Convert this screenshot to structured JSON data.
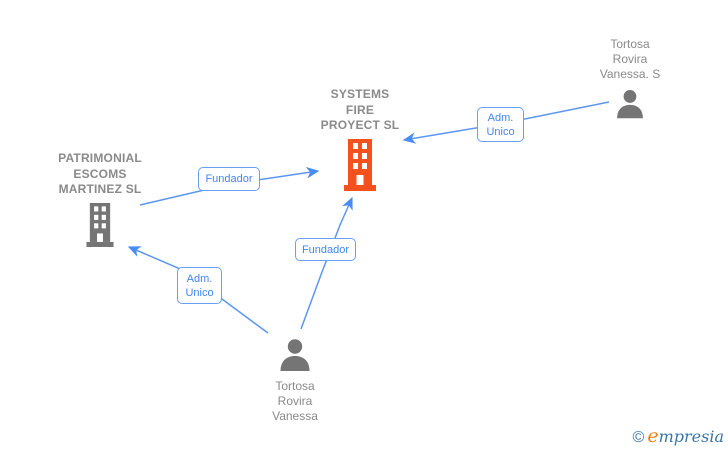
{
  "diagram": {
    "nodes": [
      {
        "id": "systems-fire-proyect",
        "type": "company",
        "highlighted": true,
        "lines": [
          "SYSTEMS",
          "FIRE",
          "PROYECT  SL"
        ],
        "icon": "building-icon"
      },
      {
        "id": "tortosa-rovira-vanessa-s",
        "type": "person",
        "highlighted": false,
        "lines": [
          "Tortosa",
          "Rovira",
          "Vanessa.  S"
        ],
        "icon": "person-icon"
      },
      {
        "id": "patrimonial-escoms-martinez",
        "type": "company",
        "highlighted": false,
        "lines": [
          "PATRIMONIAL",
          "ESCOMS",
          "MARTINEZ  SL"
        ],
        "icon": "building-icon"
      },
      {
        "id": "tortosa-rovira-vanessa",
        "type": "person",
        "highlighted": false,
        "lines": [
          "Tortosa",
          "Rovira",
          "Vanessa"
        ],
        "icon": "person-icon"
      }
    ],
    "edges": [
      {
        "from": "patrimonial-escoms-martinez",
        "to": "systems-fire-proyect",
        "label": "Fundador"
      },
      {
        "from": "tortosa-rovira-vanessa-s",
        "to": "systems-fire-proyect",
        "label": "Adm. Unico"
      },
      {
        "from": "tortosa-rovira-vanessa",
        "to": "systems-fire-proyect",
        "label": "Fundador"
      },
      {
        "from": "tortosa-rovira-vanessa",
        "to": "patrimonial-escoms-martinez",
        "label": "Adm. Unico"
      }
    ],
    "colors": {
      "edge_line": "#5b96f2",
      "edge_label_text": "#4285f4",
      "highlight_orange": "#f4511e",
      "icon_gray": "#757575",
      "text_gray": "#8a8a8a"
    }
  },
  "footer": {
    "copyright_symbol": "©",
    "brand_initial": "e",
    "brand_rest": "mpresia"
  }
}
